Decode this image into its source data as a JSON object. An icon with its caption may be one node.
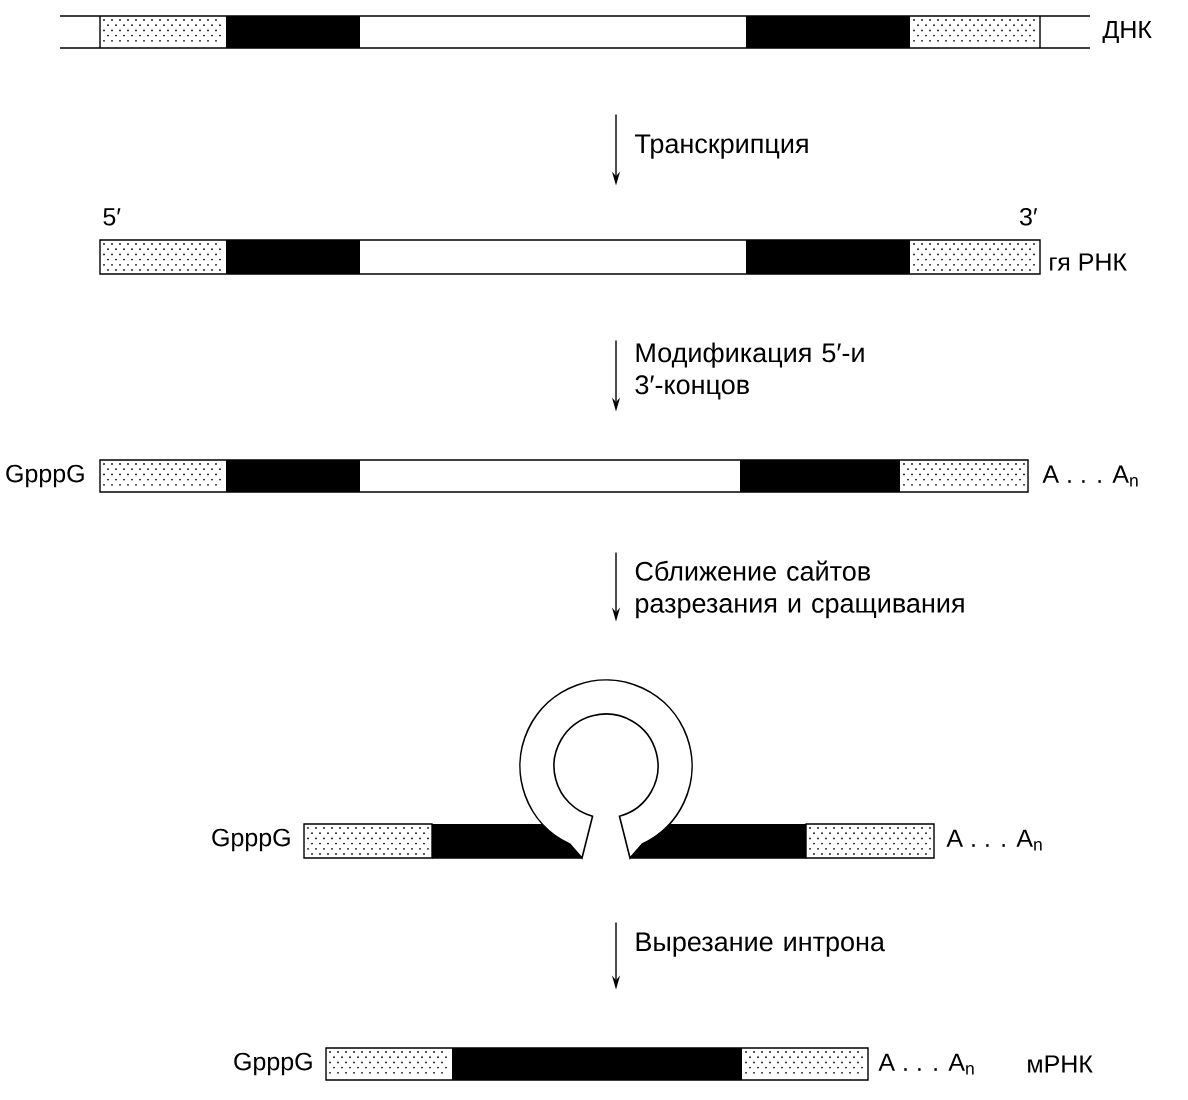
{
  "diagram": {
    "nodes": [
      {
        "text": [],
        "shape": "bar",
        "beside": [
          "ДНК"
        ]
      },
      {
        "text": [],
        "shape": "bar",
        "beside": [
          "5′",
          "3′",
          "гя РНК"
        ]
      },
      {
        "text": [],
        "shape": "bar",
        "beside": [
          "GpppG",
          "A . . . A$_{n}$"
        ]
      },
      {
        "text": [],
        "shape": "bar",
        "beside": [
          "GpppG",
          "A . . . A$_{n}$"
        ]
      },
      {
        "text": [],
        "shape": "bar",
        "beside": [
          "GpppG",
          "A . . . A$_{n}$",
          "мРНК"
        ]
      }
    ],
    "edges": [
      {
        "from": 0,
        "to": 1,
        "arrow": "to",
        "label": "Транскрипция"
      },
      {
        "from": 1,
        "to": 2,
        "arrow": "to",
        "label": "Модификация 5′-и 3′-концов"
      },
      {
        "from": 2,
        "to": 3,
        "arrow": "to",
        "label": "Сближение сайтов разрезания и сращивания"
      },
      {
        "from": 3,
        "to": 4,
        "arrow": "to",
        "label": "Вырезание интрона"
      }
    ]
  }
}
